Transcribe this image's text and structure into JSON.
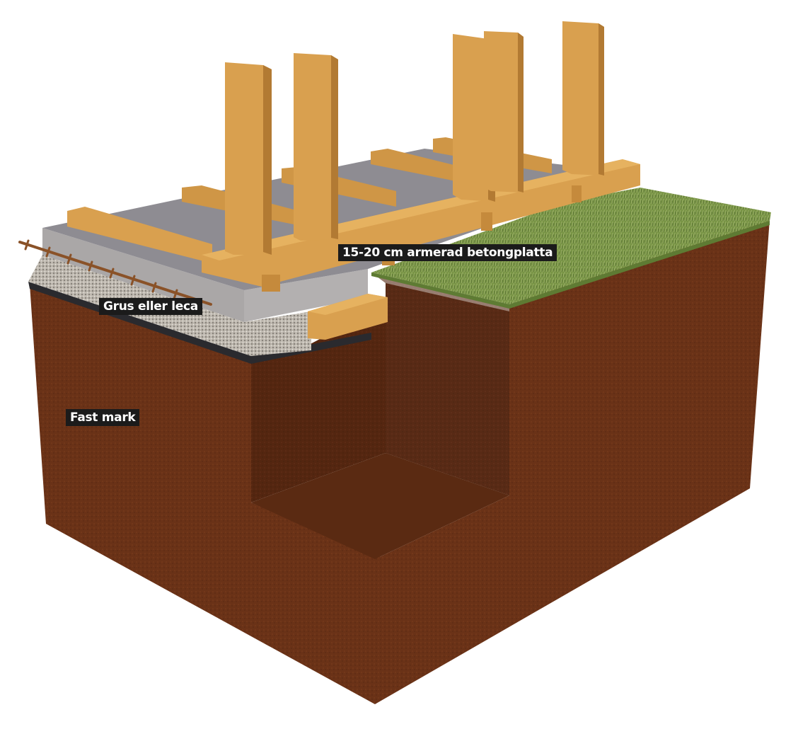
{
  "diagram": {
    "title": "",
    "subject": "Cross-section of concrete slab foundation with formwork on solid ground",
    "labels": {
      "slab": "15-20 cm armerad betongplatta",
      "gravel": "Grus eller leca",
      "ground": "Fast mark"
    },
    "colors": {
      "soil_front": "#6e3418",
      "soil_side": "#5c2a12",
      "soil_dark": "#4a220f",
      "concrete": "#a9a6a6",
      "concrete_top": "#8e8c92",
      "gravel": "#b8b2aa",
      "membrane": "#2a2a2e",
      "wood": "#d9a04f",
      "wood_dark": "#b27a33",
      "wood_shadow": "#a06a2a",
      "grass": "#7d9a4a",
      "rebar": "#8a5228",
      "label_bg": "#1b1b1b",
      "label_text": "#ffffff"
    }
  }
}
